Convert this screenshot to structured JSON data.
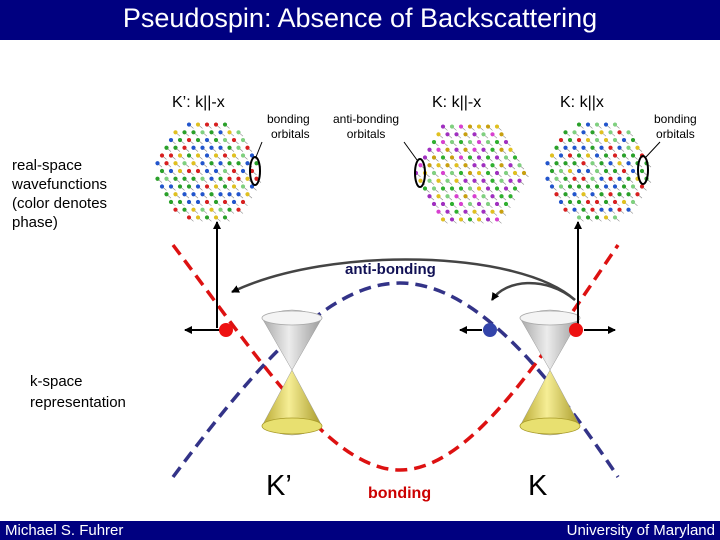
{
  "title": "Pseudospin: Absence of Backscattering",
  "footer": {
    "left": "Michael S. Fuhrer",
    "right": "University of Maryland"
  },
  "labels": {
    "kprime_kx": "K’: k||-x",
    "k_minus_x": "K: k||-x",
    "k_kx": "K: k||x",
    "bonding_orbitals_left": [
      "bonding",
      "orbitals"
    ],
    "antibonding_orbitals": [
      "anti-bonding",
      "orbitals"
    ],
    "bonding_orbitals_right": [
      "bonding",
      "orbitals"
    ],
    "realspace": [
      "real-space",
      "wavefunctions",
      "(color denotes",
      "phase)"
    ],
    "kspace": [
      "k-space",
      "representation"
    ],
    "anti_bonding": "anti-bonding",
    "bonding": "bonding",
    "kprime": "K’",
    "k": "K"
  },
  "colors": {
    "banner": "#000080",
    "red_band": "#dd1111",
    "blue_band": "#333388",
    "bonding_text": "#cc0000",
    "cone_yellow": "#e8e070",
    "cone_gray": "#d0d0d0"
  }
}
